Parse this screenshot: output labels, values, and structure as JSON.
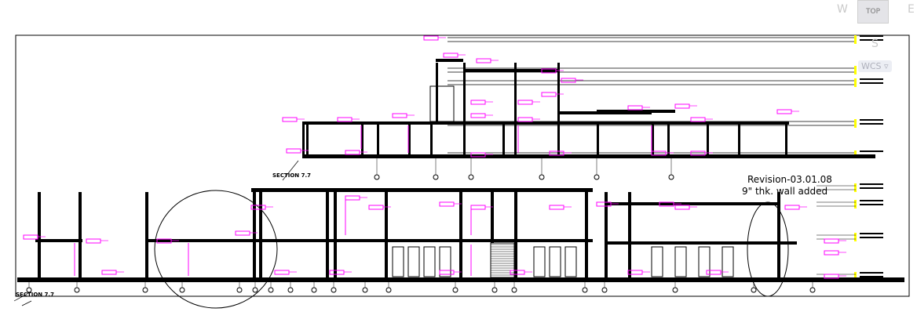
{
  "viewcube": {
    "west": "W",
    "top": "TOP",
    "east": "E",
    "south": "S",
    "ucs": "WCS"
  },
  "annotations": {
    "revision": "Revision-03.01.08",
    "revision_note": "9\" thk. wall added",
    "section_upper": "SECTION 7.7",
    "section_lower": "SECTION 7.7"
  },
  "colors": {
    "line": "#000000",
    "tag": "#ff00ff",
    "level": "#ffff00",
    "viewcube": "#c9c9c9"
  }
}
